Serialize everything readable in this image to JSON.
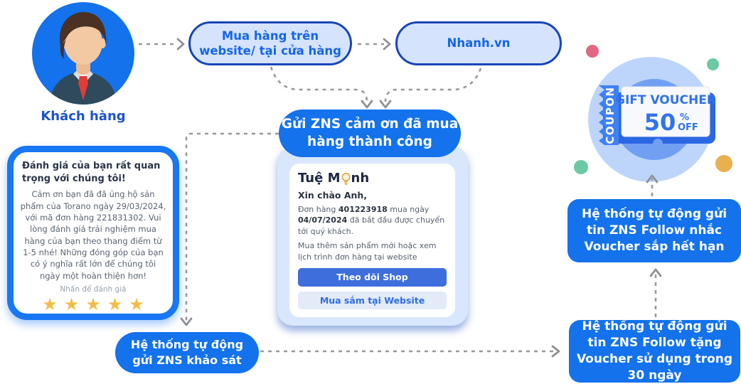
{
  "customer": {
    "label": "Khách hàng"
  },
  "pills": {
    "purchase": "Mua hàng trên website/ tại cửa hàng",
    "platform": "Nhanh.vn"
  },
  "survey_card": {
    "title": "Đánh giá của bạn rất quan trọng với chúng tôi!",
    "body": "Cảm ơn bạn đã đã ủng hộ sản phẩm của Torano ngày 29/03/2024, với mã đơn hàng 221831302. Vui lòng đánh giá trải nghiệm mua hàng của bạn theo thang điểm từ 1-5 nhé! Những đóng góp của bạn có ý nghĩa rất lớn để chúng tôi ngày một hoàn thiện hơn!",
    "hint": "Nhấn để đánh giá",
    "stars": "★★★★★"
  },
  "zns_card": {
    "header": "Gửi ZNS cảm ơn đã mua hàng thành công",
    "brand_pre": "Tuệ M",
    "brand_post": "nh",
    "greeting": "Xin chào Anh,",
    "order": {
      "prefix": "Đơn hàng ",
      "number": "401223918",
      "mid": " mua ngày ",
      "date": "04/07/2024",
      "suffix": " đã bắt đầu được chuyển tới quý khách."
    },
    "promo": "Mua thêm sản phẩm mới hoặc xem lịch trình đơn hàng tại website",
    "follow_button": "Theo dõi Shop",
    "shop_button": "Mua sắm tại Website"
  },
  "voucher": {
    "ribbon": "COUPON",
    "title": "GIFT VOUCHER",
    "amount": "50",
    "percent": "%",
    "off": "OFF"
  },
  "flow": {
    "survey": "Hệ thống tự động gửi ZNS khảo sát",
    "reminder": "Hệ thống tự động gửi tin ZNS Follow nhắc Voucher sắp hết hạn",
    "gift": "Hệ thống tự động gửi tin ZNS Follow tặng Voucher sử dụng trong 30 ngày"
  },
  "colors": {
    "primary_blue": "#1372EC",
    "pill_fill": "#D5E3FC",
    "pill_border": "#1946B7",
    "link_blue": "#1566E8",
    "star_gold": "#F5BC45",
    "dash_gray": "#97999C"
  }
}
